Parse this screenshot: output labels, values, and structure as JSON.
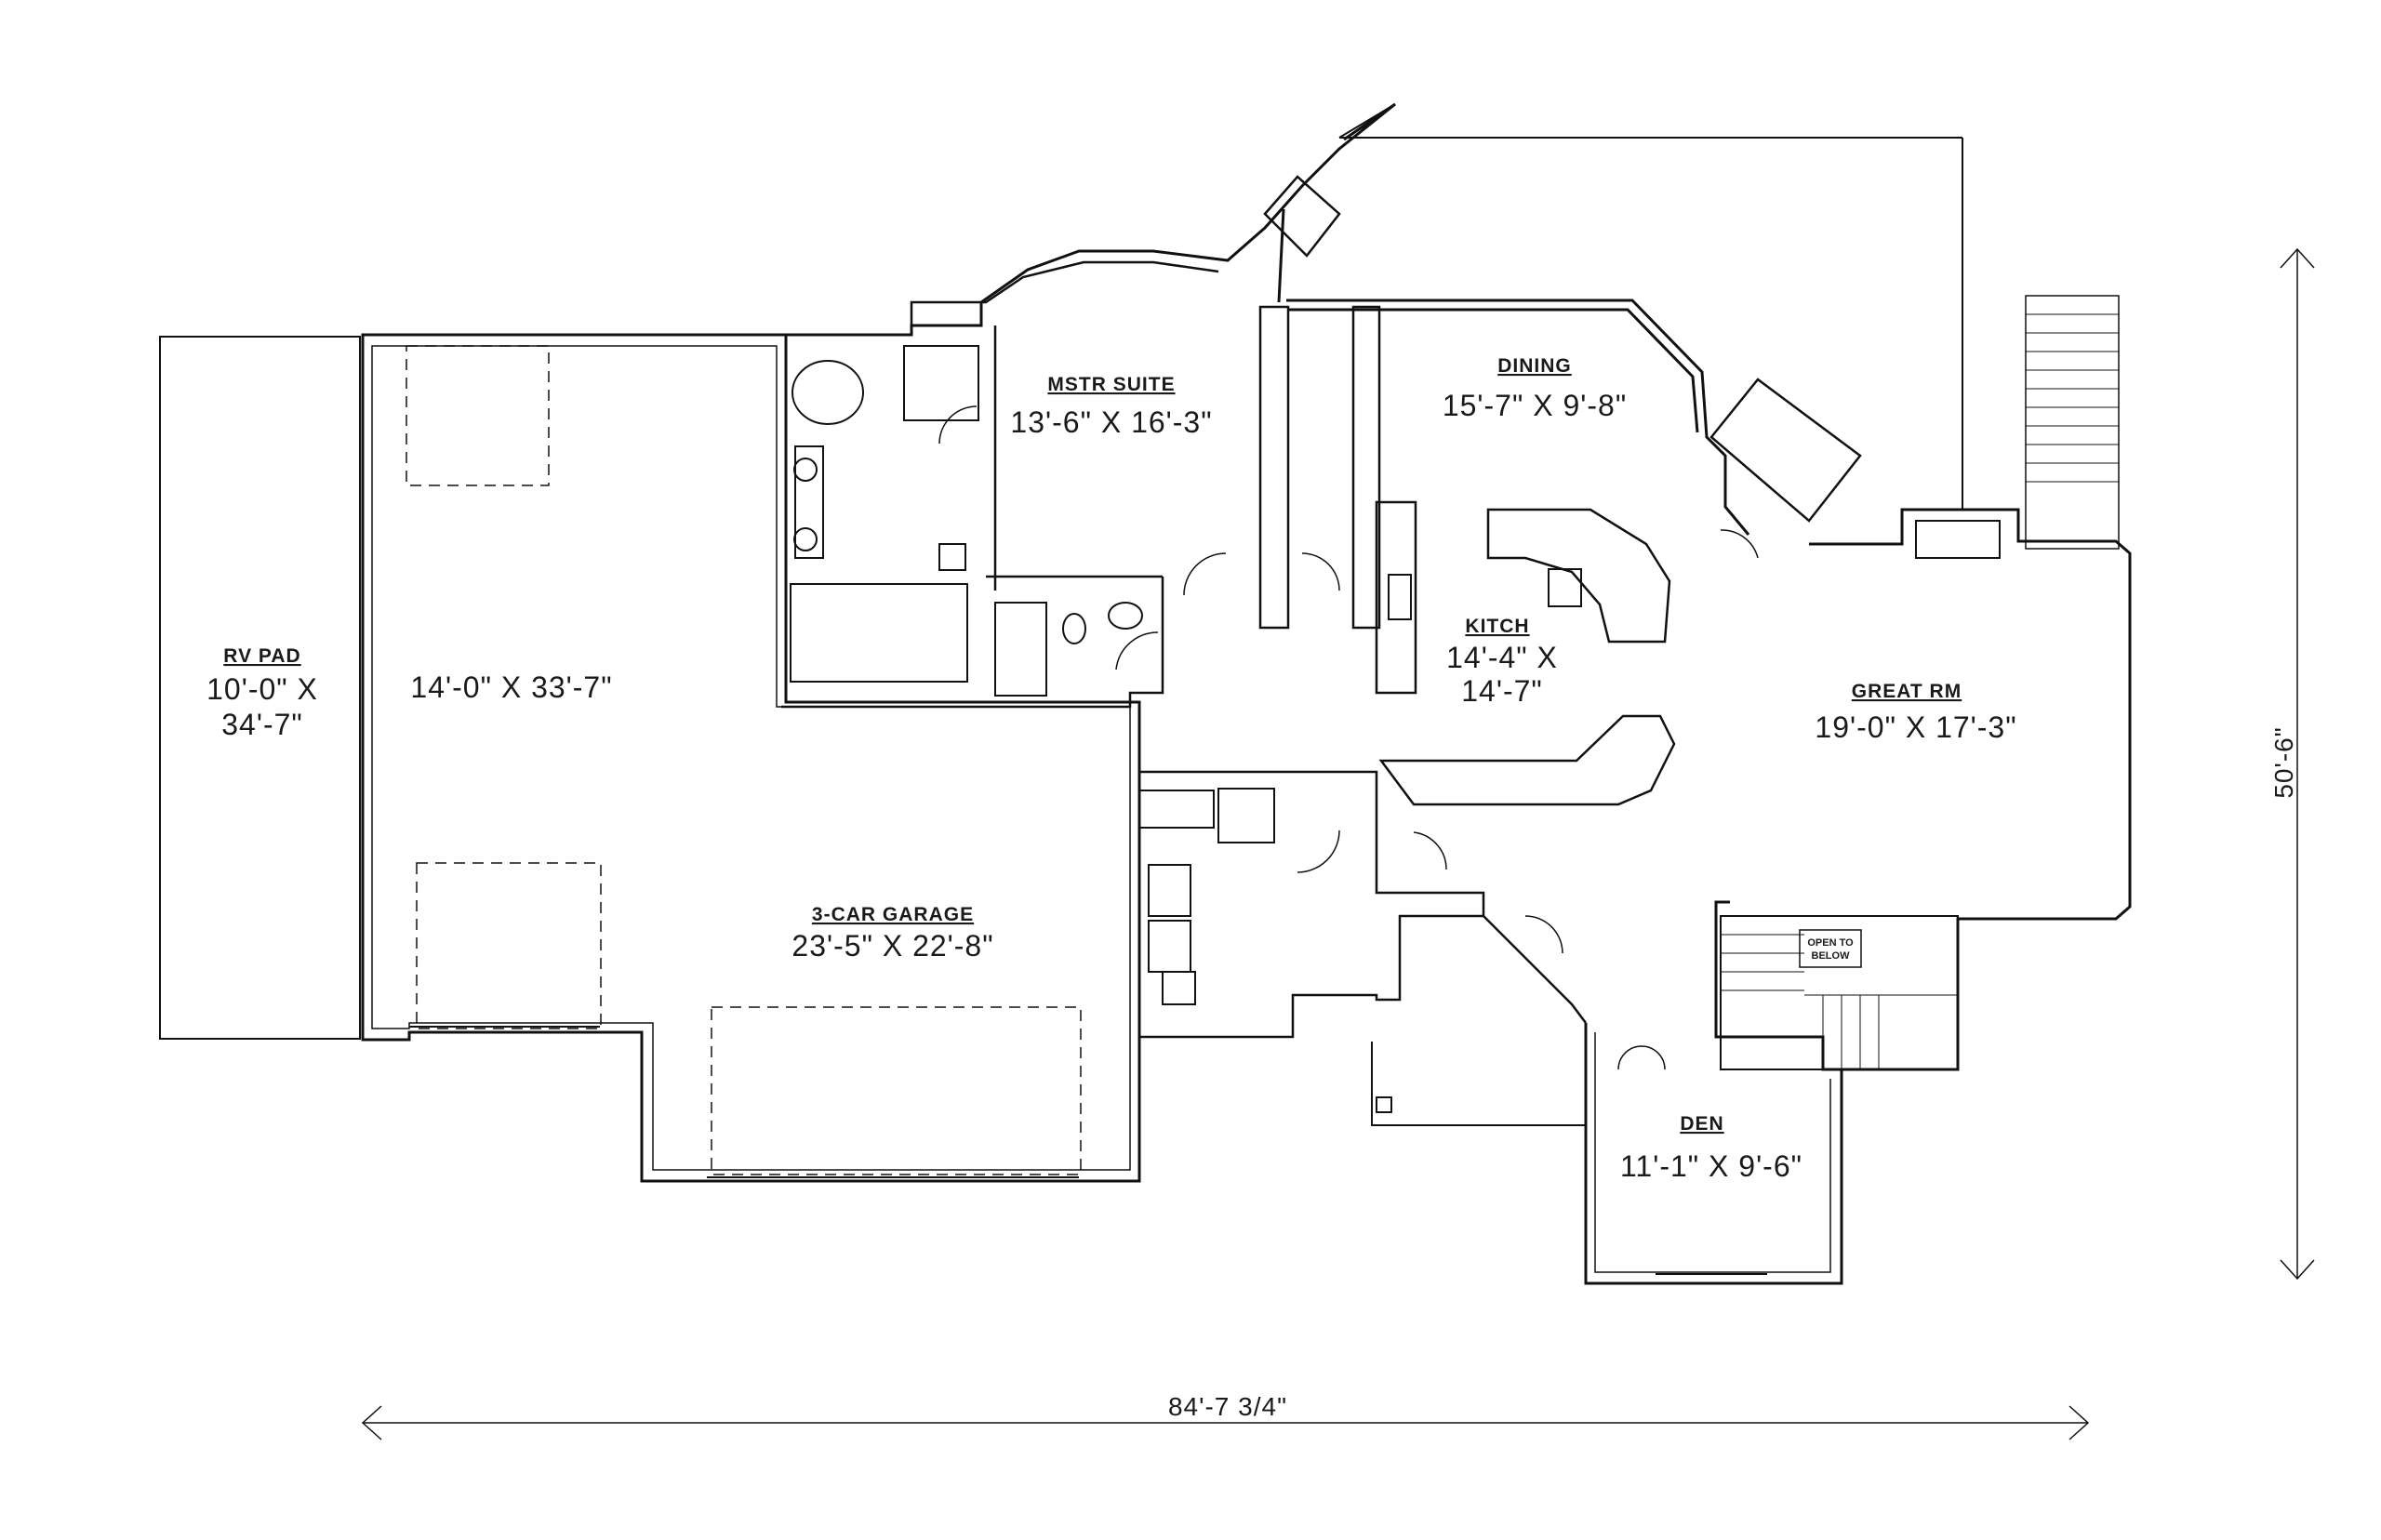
{
  "rooms": {
    "rv_pad": {
      "name": "RV PAD",
      "dim_line1": "10'-0\" X",
      "dim_line2": "34'-7\""
    },
    "garage_bay": {
      "dim": "14'-0\" X 33'-7\""
    },
    "garage": {
      "name": "3-CAR GARAGE",
      "dim": "23'-5\" X 22'-8\""
    },
    "master_suite": {
      "name": "MSTR SUITE",
      "dim": "13'-6\" X 16'-3\""
    },
    "dining": {
      "name": "DINING",
      "dim": "15'-7\" X 9'-8\""
    },
    "kitchen": {
      "name": "KITCH",
      "dim_line1": "14'-4\" X",
      "dim_line2": "14'-7\""
    },
    "great_room": {
      "name": "GREAT RM",
      "dim": "19'-0\" X 17'-3\""
    },
    "den": {
      "name": "DEN",
      "dim": "11'-1\" X 9'-6\""
    }
  },
  "stair_note": {
    "line1": "OPEN TO",
    "line2": "BELOW"
  },
  "overall": {
    "width": "84'-7 3/4\"",
    "depth": "50'-6\""
  }
}
